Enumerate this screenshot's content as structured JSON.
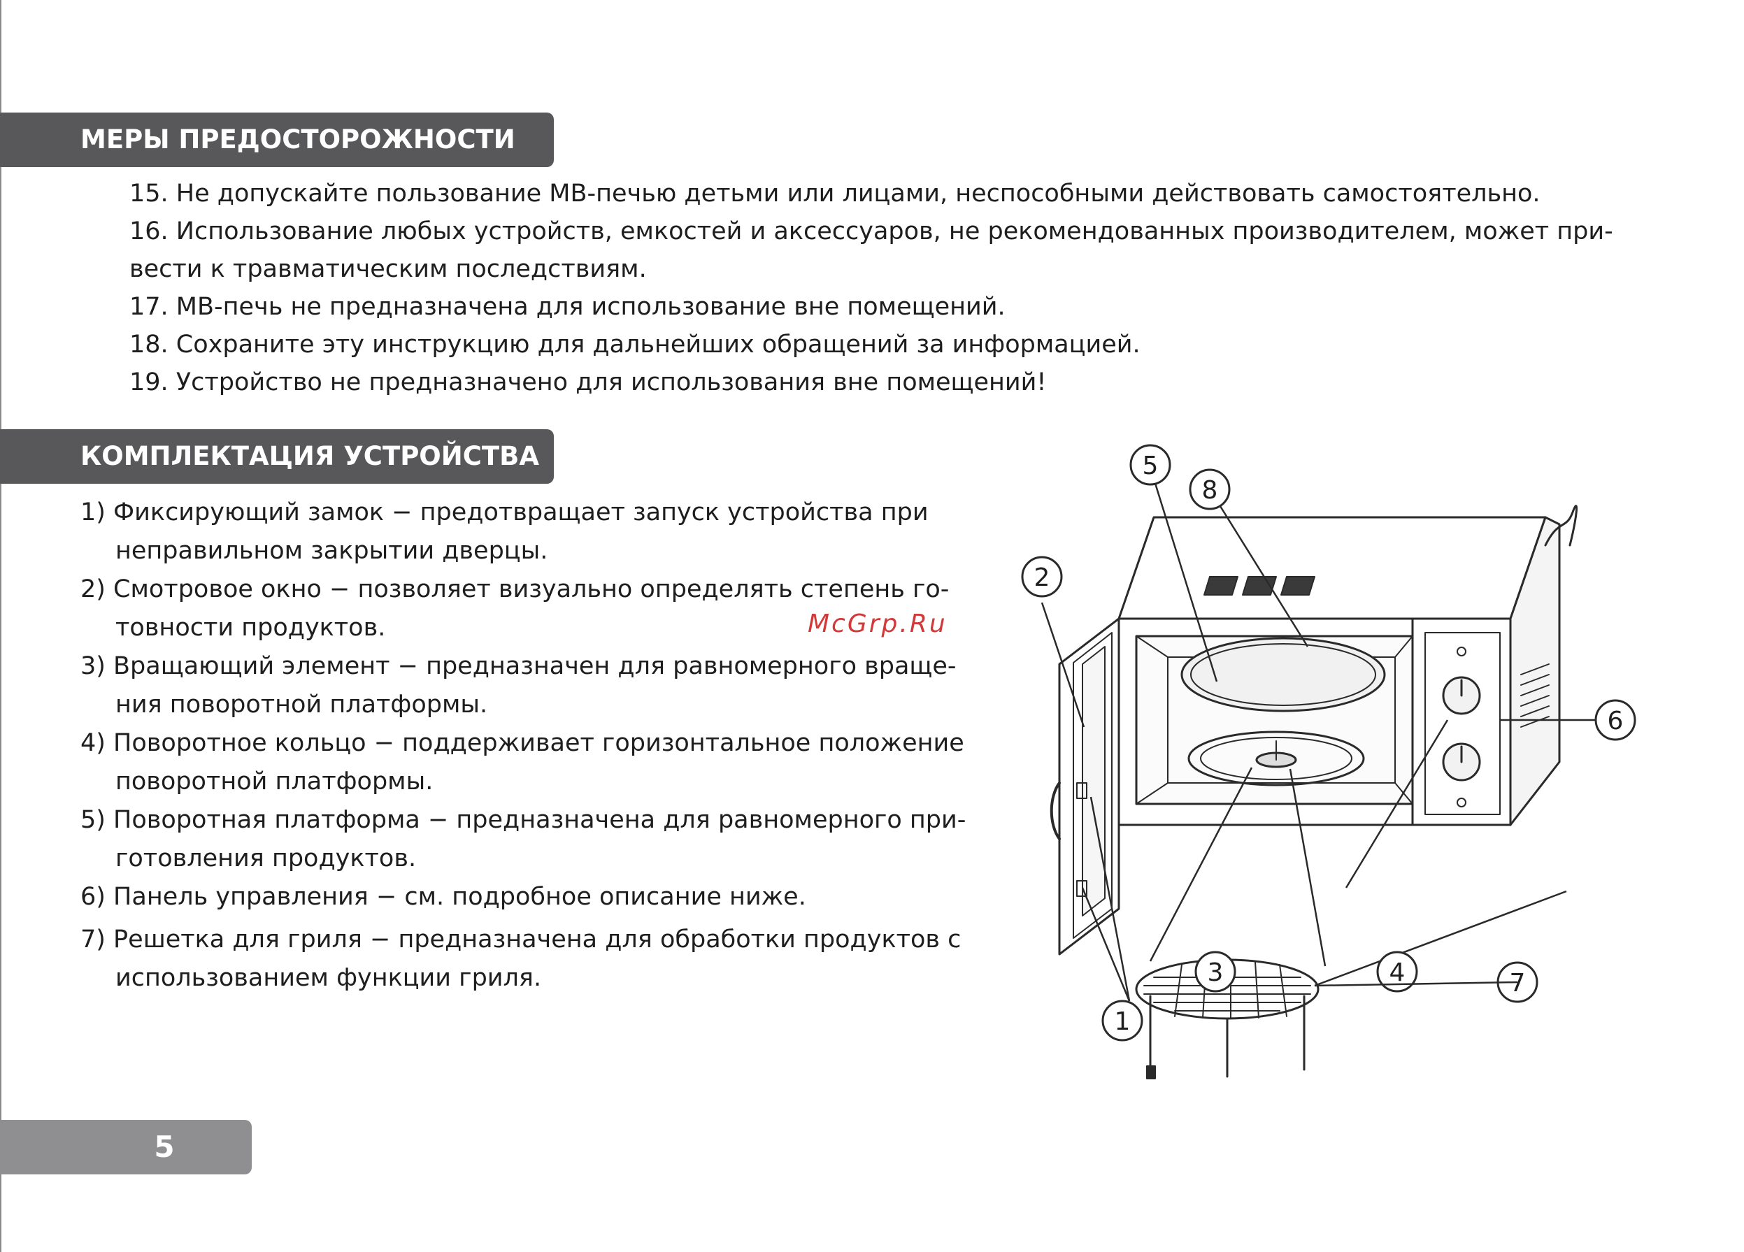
{
  "sections": {
    "precautions": {
      "title": "МЕРЫ ПРЕДОСТОРОЖНОСТИ",
      "items": [
        "15. Не допускайте пользование МВ-печью детьми или лицами, неспособными действовать самостоятельно.",
        "16. Использование любых устройств, емкостей и аксессуаров, не рекомендованных производителем, может при-",
        "вести к травматическим последствиям.",
        "17. МВ-печь не предназначена для использование вне помещений.",
        "18. Сохраните эту инструкцию для дальнейших обращений за информацией.",
        "19. Устройство не предназначено для использования вне помещений!"
      ]
    },
    "kit": {
      "title": "КОМПЛЕКТАЦИЯ УСТРОЙСТВА",
      "entries": [
        {
          "line1": "1) Фиксирующий замок − предотвращает запуск устройства при",
          "line2": "неправильном закрытии дверцы."
        },
        {
          "line1": "2) Смотровое окно − позволяет визуально определять степень го-",
          "line2": "товности продуктов."
        },
        {
          "line1": "3) Вращающий элемент − предназначен для равномерного враще-",
          "line2": "ния поворотной платформы."
        },
        {
          "line1": "4) Поворотное кольцо − поддерживает горизонтальное положение",
          "line2": "поворотной платформы."
        },
        {
          "line1": "5) Поворотная платформа − предназначена для равномерного при-",
          "line2": "готовления продуктов."
        },
        {
          "line1": "6) Панель управления − см. подробное описание ниже.",
          "line2": ""
        },
        {
          "line1": "7) Решетка для гриля − предназначена для обработки продуктов с",
          "line2": "использованием функции гриля."
        }
      ]
    }
  },
  "watermark": "McGrp.Ru",
  "diagram": {
    "callouts": [
      "1",
      "2",
      "3",
      "4",
      "5",
      "6",
      "7",
      "8"
    ]
  },
  "page_number": "5"
}
